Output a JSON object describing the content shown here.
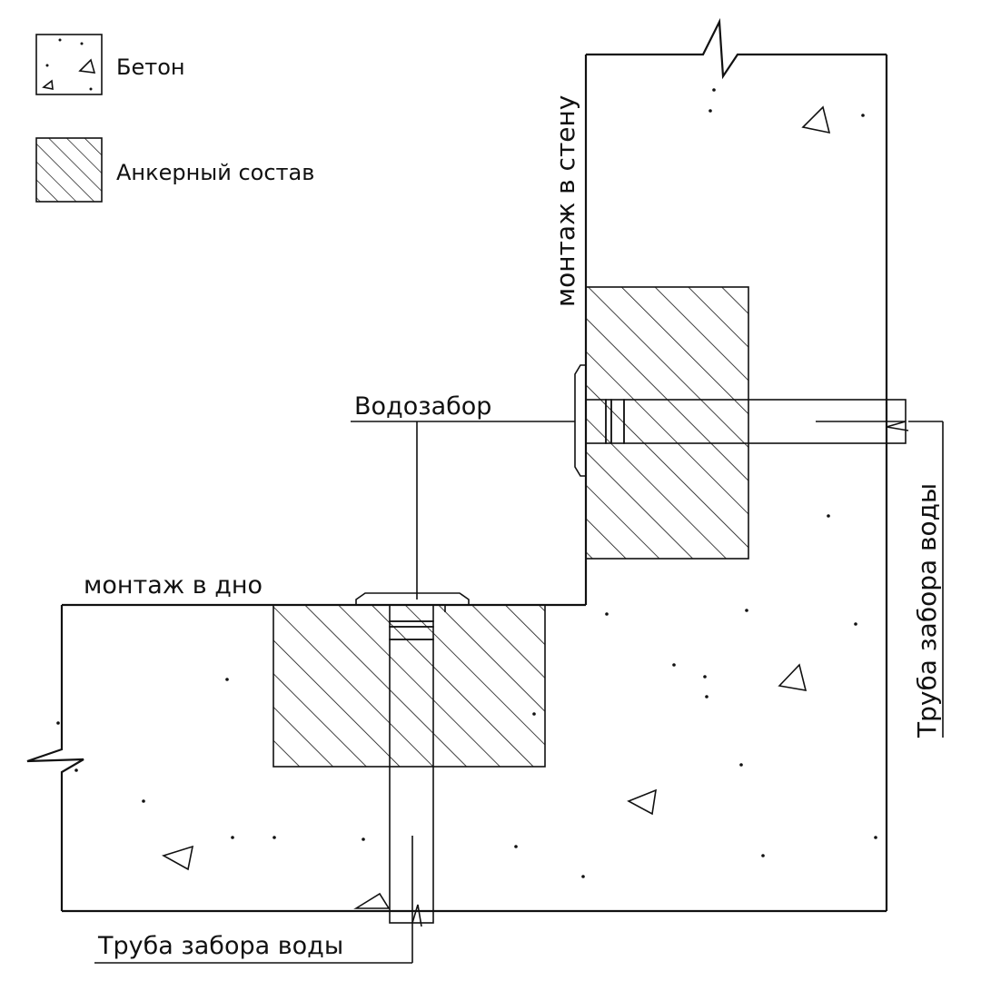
{
  "legend": {
    "concrete_label": "Бетон",
    "anchor_label": "Анкерный состав"
  },
  "labels": {
    "wall_mount": "монтаж в стену",
    "floor_mount": "монтаж в дно",
    "water_intake": "Водозабор",
    "pipe_bottom": "Труба забора воды",
    "pipe_right": "Труба забора воды"
  },
  "colors": {
    "line": "#111111",
    "pipe_fill": "#b3b3b3",
    "fitting_fill": "#e6e6e6",
    "background": "#ffffff"
  }
}
